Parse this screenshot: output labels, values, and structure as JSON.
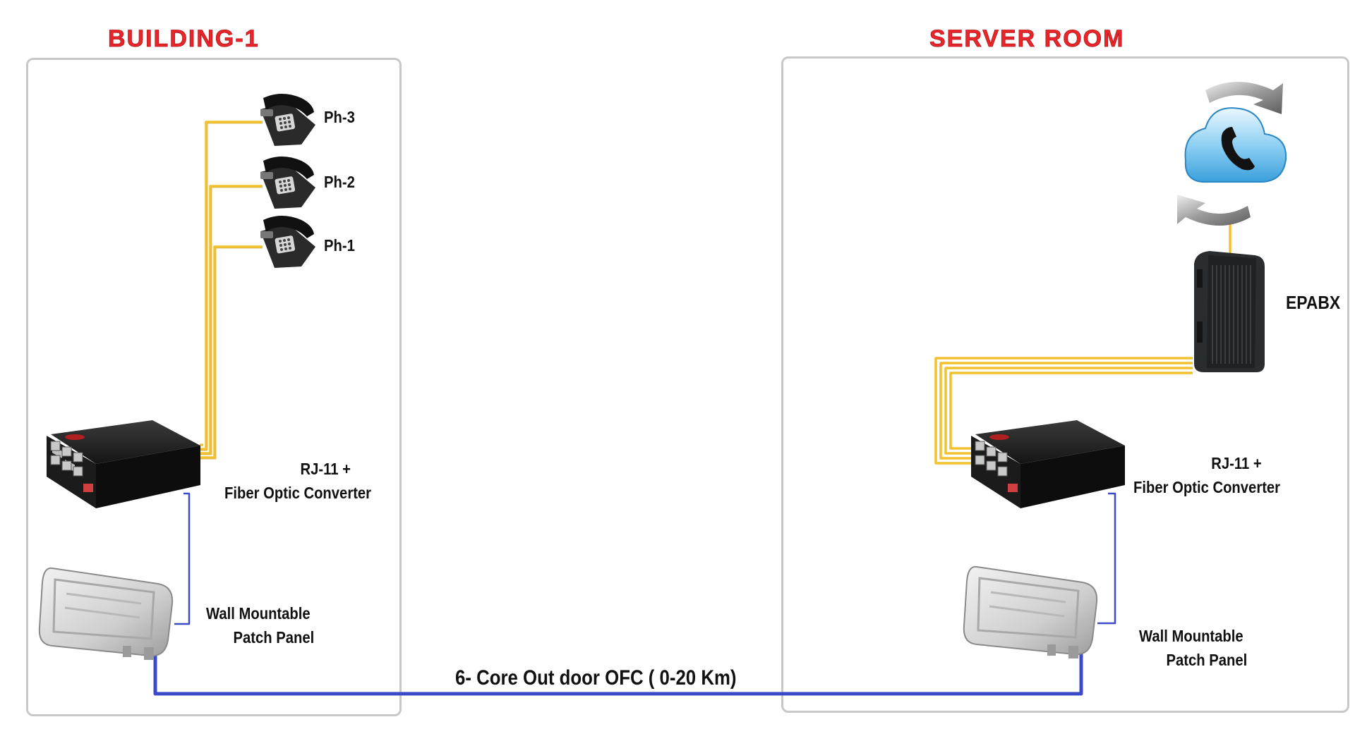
{
  "sites": {
    "building": {
      "title": "BUILDING-1"
    },
    "server": {
      "title": "SERVER ROOM"
    }
  },
  "building": {
    "phones": [
      {
        "label": "Ph-3"
      },
      {
        "label": "Ph-2"
      },
      {
        "label": "Ph-1"
      }
    ],
    "converter": {
      "line1": "RJ-11 +",
      "line2": "Fiber Optic Converter"
    },
    "patch_panel": {
      "line1": "Wall Mountable",
      "line2": "Patch Panel"
    }
  },
  "server": {
    "epabx": {
      "label": "EPABX"
    },
    "converter": {
      "line1": "RJ-11 +",
      "line2": "Fiber Optic Converter"
    },
    "patch_panel": {
      "line1": "Wall Mountable",
      "line2": "Patch Panel"
    },
    "cloud_icon": "cloud-telephone-icon"
  },
  "link": {
    "label": "6- Core Out door OFC ( 0-20 Km)"
  },
  "colors": {
    "title_red": "#e8262b",
    "phone_cable": "#f2c12e",
    "fiber_cable": "#3b4bc8",
    "box_border": "#c8c8c8"
  }
}
